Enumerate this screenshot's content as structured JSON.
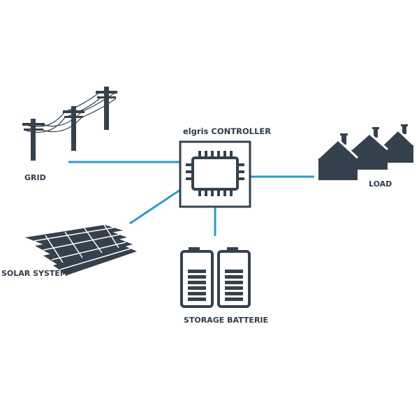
{
  "labels": {
    "controller": "elgris CONTROLLER",
    "grid": "GRID",
    "load": "LOAD",
    "solar": "SOLAR SYSTEM",
    "storage": "STORAGE BATTERIE"
  },
  "colors": {
    "connection": "#2b9bd0",
    "icon": "#35414d",
    "label": "#2f3b47",
    "background": "#ffffff"
  },
  "icons": {
    "controller": "chip-icon",
    "grid": "power-pole-icon",
    "load": "house-icon",
    "solar": "solar-panel-icon",
    "storage": "battery-icon"
  }
}
